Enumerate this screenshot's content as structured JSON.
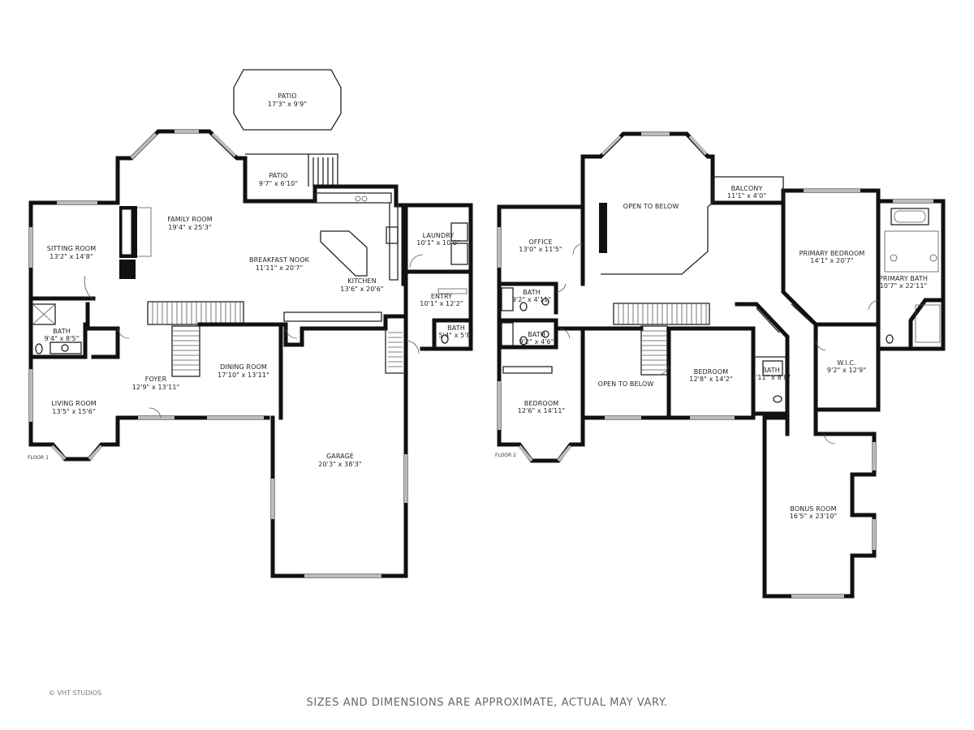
{
  "copyright": "© VHT STUDIOS",
  "disclaimer": "SIZES AND DIMENSIONS ARE APPROXIMATE, ACTUAL MAY VARY.",
  "floors": [
    {
      "name": "FLOOR 1",
      "rooms": [
        {
          "name": "PATIO",
          "dims": "17'3\" x 9'9\""
        },
        {
          "name": "PATIO",
          "dims": "9'7\" x 6'10\""
        },
        {
          "name": "FAMILY ROOM",
          "dims": "19'4\" x 25'3\""
        },
        {
          "name": "SITTING ROOM",
          "dims": "13'2\" x 14'8\""
        },
        {
          "name": "BREAKFAST NOOK",
          "dims": "11'11\" x 20'7\""
        },
        {
          "name": "KITCHEN",
          "dims": "13'6\" x 20'6\""
        },
        {
          "name": "LAUNDRY",
          "dims": "10'1\" x 10'0\""
        },
        {
          "name": "ENTRY",
          "dims": "10'1\" x 12'2\""
        },
        {
          "name": "BATH",
          "dims": "5'4\" x 5'8\""
        },
        {
          "name": "BATH",
          "dims": "9'4\" x 8'5\""
        },
        {
          "name": "FOYER",
          "dims": "12'9\" x 13'11\""
        },
        {
          "name": "DINING ROOM",
          "dims": "17'10\" x 13'11\""
        },
        {
          "name": "LIVING ROOM",
          "dims": "13'5\" x 15'6\""
        },
        {
          "name": "GARAGE",
          "dims": "20'3\" x 38'3\""
        }
      ]
    },
    {
      "name": "FLOOR 2",
      "rooms": [
        {
          "name": "OPEN TO BELOW",
          "dims": ""
        },
        {
          "name": "BALCONY",
          "dims": "11'1\" x 4'0\""
        },
        {
          "name": "OFFICE",
          "dims": "13'0\" x 11'5\""
        },
        {
          "name": "PRIMARY BEDROOM",
          "dims": "14'1\" x 20'7\""
        },
        {
          "name": "PRIMARY BATH",
          "dims": "10'7\" x 22'11\""
        },
        {
          "name": "BATH",
          "dims": "9'2\" x 4'11\""
        },
        {
          "name": "BATH",
          "dims": "9'2\" x 4'6\""
        },
        {
          "name": "OPEN TO BELOW",
          "dims": ""
        },
        {
          "name": "BEDROOM",
          "dims": "12'8\" x 14'2\""
        },
        {
          "name": "BATH",
          "dims": "4'11\" x 8'8\""
        },
        {
          "name": "W.I.C.",
          "dims": "9'2\" x 12'9\""
        },
        {
          "name": "BEDROOM",
          "dims": "12'6\" x 14'11\""
        },
        {
          "name": "BONUS ROOM",
          "dims": "16'5\" x 23'10\""
        }
      ]
    }
  ]
}
